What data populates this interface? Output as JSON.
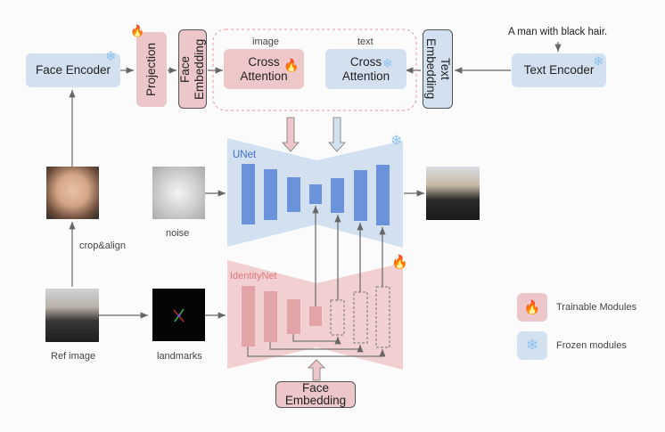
{
  "encoders": {
    "face_encoder": "Face Encoder",
    "projection": "Projection",
    "face_embedding_top": "Face Embedding",
    "text_embedding": "Text Embedding",
    "text_encoder": "Text Encoder",
    "prompt": "A man with black hair."
  },
  "attention": {
    "image_label": "image",
    "text_label": "text",
    "image_block": "Cross Attention",
    "text_block": "Cross Attention"
  },
  "unet": {
    "label": "UNet"
  },
  "identitynet": {
    "label": "IdentityNet"
  },
  "inputs": {
    "crop_label": "crop&align",
    "noise_label": "noise",
    "ref_label": "Ref image",
    "landmarks_label": "landmarks",
    "face_embedding_bottom": "Face Embedding"
  },
  "legend": {
    "trainable": "Trainable Modules",
    "frozen": "Frozen modules"
  },
  "icons": {
    "fire": "🔥",
    "snow": "❄"
  },
  "colors": {
    "blue_fill": "#d3e0f0",
    "blue_block": "#6a93dc",
    "pink_fill": "#ecc6c8",
    "pink_block": "#e2a4a7",
    "unet_label": "#3f6fd0",
    "identitynet_label": "#e0787d"
  }
}
